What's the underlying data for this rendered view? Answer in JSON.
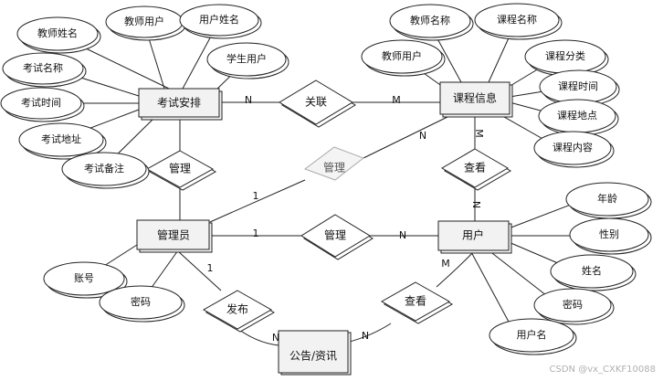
{
  "entities": {
    "exam": "考试安排",
    "course": "课程信息",
    "admin": "管理员",
    "user": "用户",
    "notice": "公告/资讯"
  },
  "relationships": {
    "associate": "关联",
    "manage_exam": "管理",
    "manage_course": "管理",
    "manage_user": "管理",
    "view_course": "查看",
    "publish": "发布",
    "view_notice": "查看"
  },
  "attributes": {
    "exam": [
      "教师姓名",
      "教师用户",
      "用户姓名",
      "学生用户",
      "考试名称",
      "考试时间",
      "考试地址",
      "考试备注"
    ],
    "course": [
      "教师名称",
      "课程名称",
      "教师用户",
      "课程分类",
      "课程时间",
      "课程地点",
      "课程内容"
    ],
    "user": [
      "年龄",
      "性别",
      "姓名",
      "密码",
      "用户名"
    ],
    "admin": [
      "账号",
      "密码"
    ]
  },
  "cardinalities": {
    "exam_associate": "N",
    "course_associate": "M",
    "course_manage": "N",
    "admin_manage_course": "1",
    "course_view": "M",
    "user_view": "N",
    "admin_manage_user": "1",
    "user_manage": "N",
    "admin_publish": "1",
    "notice_publish": "N",
    "notice_view": "N",
    "user_view_notice": "M"
  },
  "watermark": "CSDN @vx_CXKF10088"
}
